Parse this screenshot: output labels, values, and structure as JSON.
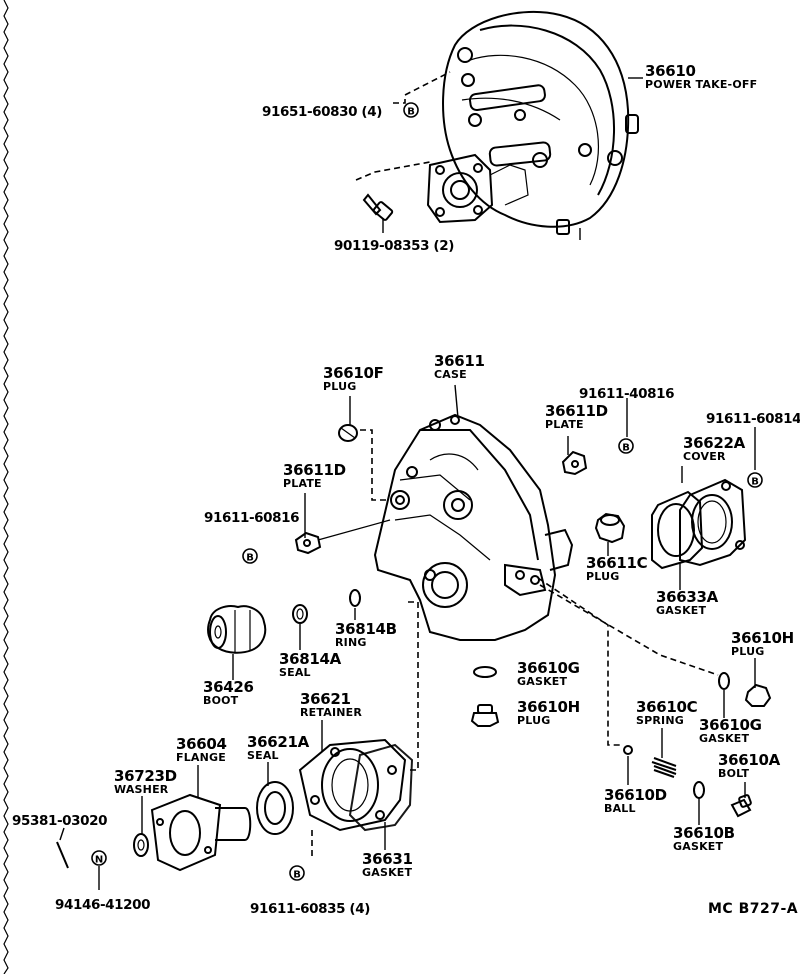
{
  "diagram": {
    "reference": "MC  B727-A",
    "parts": {
      "p36610": {
        "number": "36610",
        "name": "POWER TAKE-OFF"
      },
      "p91651": {
        "number": "91651-60830 (4)",
        "badge": "B"
      },
      "p90119": {
        "number": "90119-08353 (2)"
      },
      "p36610F": {
        "number": "36610F",
        "name": "PLUG"
      },
      "p36611": {
        "number": "36611",
        "name": "CASE"
      },
      "p91611_40816": {
        "number": "91611-40816",
        "badge": "B"
      },
      "p36611D_r": {
        "number": "36611D",
        "name": "PLATE"
      },
      "p91611_60814": {
        "number": "91611-60814",
        "badge": "B"
      },
      "p36622A": {
        "number": "36622A",
        "name": "COVER"
      },
      "p36611D_l": {
        "number": "36611D",
        "name": "PLATE"
      },
      "p91611_60816": {
        "number": "91611-60816",
        "badge": "B"
      },
      "p36611C": {
        "number": "36611C",
        "name": "PLUG"
      },
      "p36633A": {
        "number": "36633A",
        "name": "GASKET"
      },
      "p36814B": {
        "number": "36814B",
        "name": "RING"
      },
      "p36814A": {
        "number": "36814A",
        "name": "SEAL"
      },
      "p36426": {
        "number": "36426",
        "name": "BOOT"
      },
      "p36610G_c": {
        "number": "36610G",
        "name": "GASKET"
      },
      "p36610H_c": {
        "number": "36610H",
        "name": "PLUG"
      },
      "p36610H_r": {
        "number": "36610H",
        "name": "PLUG"
      },
      "p36610G_r": {
        "number": "36610G",
        "name": "GASKET"
      },
      "p36621": {
        "number": "36621",
        "name": "RETAINER"
      },
      "p36604": {
        "number": "36604",
        "name": "FLANGE"
      },
      "p36621A": {
        "number": "36621A",
        "name": "SEAL"
      },
      "p36723D": {
        "number": "36723D",
        "name": "WASHER"
      },
      "p36610C": {
        "number": "36610C",
        "name": "SPRING"
      },
      "p36610A": {
        "number": "36610A",
        "name": "BOLT"
      },
      "p36610D": {
        "number": "36610D",
        "name": "BALL"
      },
      "p36610B": {
        "number": "36610B",
        "name": "GASKET"
      },
      "p36631": {
        "number": "36631",
        "name": "GASKET"
      },
      "p95381": {
        "number": "95381-03020"
      },
      "p94146": {
        "number": "94146-41200",
        "badge": "N"
      },
      "p91611_60835": {
        "number": "91611-60835 (4)",
        "badge": "B"
      }
    }
  }
}
